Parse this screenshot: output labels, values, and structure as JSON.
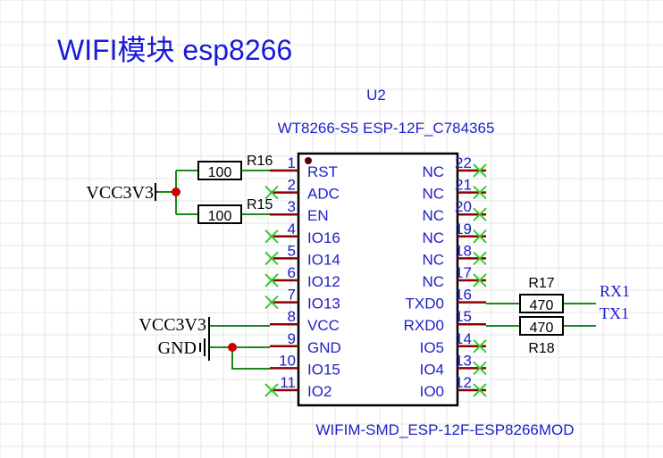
{
  "title": "WIFI模块 esp8266",
  "chip": {
    "designator": "U2",
    "part": "WT8266-S5 ESP-12F_C784365",
    "footprint": "WIFIM-SMD_ESP-12F-ESP8266MOD"
  },
  "left_pins": [
    {
      "num": "1",
      "name": "RST"
    },
    {
      "num": "2",
      "name": "ADC"
    },
    {
      "num": "3",
      "name": "EN"
    },
    {
      "num": "4",
      "name": "IO16"
    },
    {
      "num": "5",
      "name": "IO14"
    },
    {
      "num": "6",
      "name": "IO12"
    },
    {
      "num": "7",
      "name": "IO13"
    },
    {
      "num": "8",
      "name": "VCC"
    },
    {
      "num": "9",
      "name": "GND"
    },
    {
      "num": "10",
      "name": "IO15"
    },
    {
      "num": "11",
      "name": "IO2"
    }
  ],
  "right_pins": [
    {
      "num": "22",
      "name": "NC"
    },
    {
      "num": "21",
      "name": "NC"
    },
    {
      "num": "20",
      "name": "NC"
    },
    {
      "num": "19",
      "name": "NC"
    },
    {
      "num": "18",
      "name": "NC"
    },
    {
      "num": "17",
      "name": "NC"
    },
    {
      "num": "16",
      "name": "TXD0"
    },
    {
      "num": "15",
      "name": "RXD0"
    },
    {
      "num": "14",
      "name": "IO5"
    },
    {
      "num": "13",
      "name": "IO4"
    },
    {
      "num": "12",
      "name": "IO0"
    }
  ],
  "resistors": {
    "r16": {
      "ref": "R16",
      "value": "100"
    },
    "r15": {
      "ref": "R15",
      "value": "100"
    },
    "r17": {
      "ref": "R17",
      "value": "470"
    },
    "r18": {
      "ref": "R18",
      "value": "470"
    }
  },
  "nets": {
    "vcc_left": "VCC3V3",
    "vcc_mid": "VCC3V3",
    "gnd": "GND",
    "rx": "RX1",
    "tx": "TX1"
  },
  "colors": {
    "wire": "#1a8a1a",
    "pin": "#8b0000",
    "blue": "#2020c8",
    "junction": "#cc0000",
    "noconnect": "#33cc33",
    "grid": "#e6e6e6"
  }
}
